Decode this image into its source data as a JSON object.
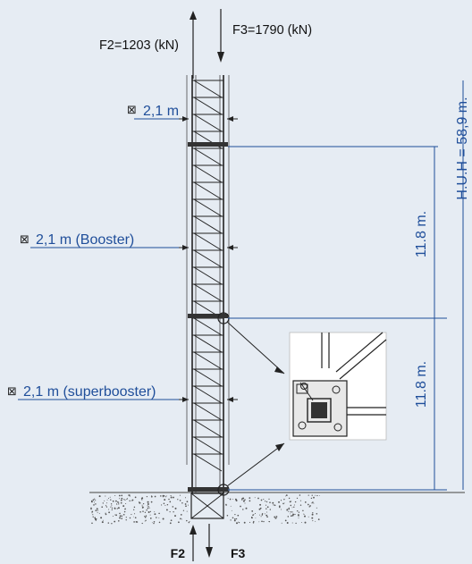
{
  "forces": {
    "f2_top": "F2=1203 (kN)",
    "f3_top": "F3=1790 (kN)",
    "f2_bottom": "F2",
    "f3_bottom": "F3"
  },
  "sections": [
    {
      "symbol": "⊠",
      "text": "2,1 m"
    },
    {
      "symbol": "⊠",
      "text": "2,1 m (Booster)"
    },
    {
      "symbol": "⊠",
      "text": "2,1 m (superbooster)"
    }
  ],
  "dimensions": {
    "segment_upper": "11.8 m.",
    "segment_lower": "11.8 m.",
    "hook_height": "H.U.H = 58,9 m."
  },
  "colors": {
    "background": "#e6ecf3",
    "accent_blue": "#1f4e9a",
    "structure": "#222222",
    "detail_panel": "#ffffff"
  }
}
